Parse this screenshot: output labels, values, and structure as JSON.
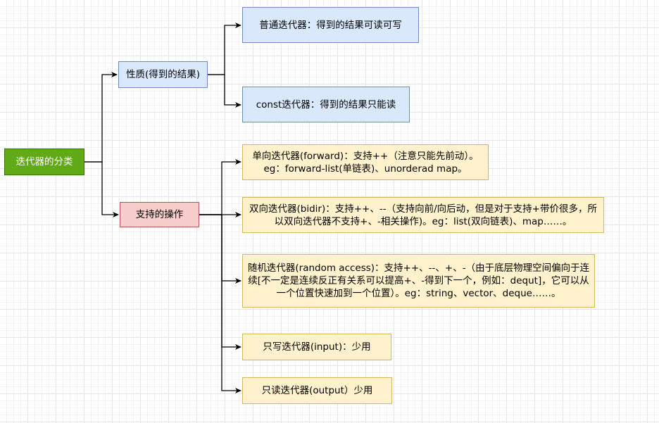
{
  "nodes": {
    "root": "迭代器的分类",
    "property": "性质(得到的结果)",
    "normal_iterator": "普通迭代器：得到的结果可读可写",
    "const_iterator": "const迭代器：得到的结果只能读",
    "supported_ops": "支持的操作",
    "forward_iterator": "单向迭代器(forward)：支持++（注意只能先前动）。\neg：forward-list(单链表)、unorderad map。",
    "bidir_iterator": "双向迭代器(bidir)：支持++、--（支持向前/向后动，但是对于支持+带价很多，所以双向迭代器不支持+、-相关操作)。eg：list(双向链表)、map……。",
    "random_iterator": "随机迭代器(random access)：支持++、--、+、-（由于底层物理空间偏向于连续[不一定是连续反正有关系可以提高+、-得到下一个，例如：dequt]，它可以从一个位置快速加到一个位置）。eg：string、vector、deque……。",
    "input_iterator": "只写迭代器(input)：少用",
    "output_iterator": "只读迭代器(output）少用"
  },
  "colors": {
    "root_fill": "#60a917",
    "property_fill": "#dae8fc",
    "ops_fill": "#f8cecc",
    "leaf_blue_fill": "#dae8fc",
    "leaf_yellow_fill": "#fff2cc",
    "edge": "#000000"
  }
}
